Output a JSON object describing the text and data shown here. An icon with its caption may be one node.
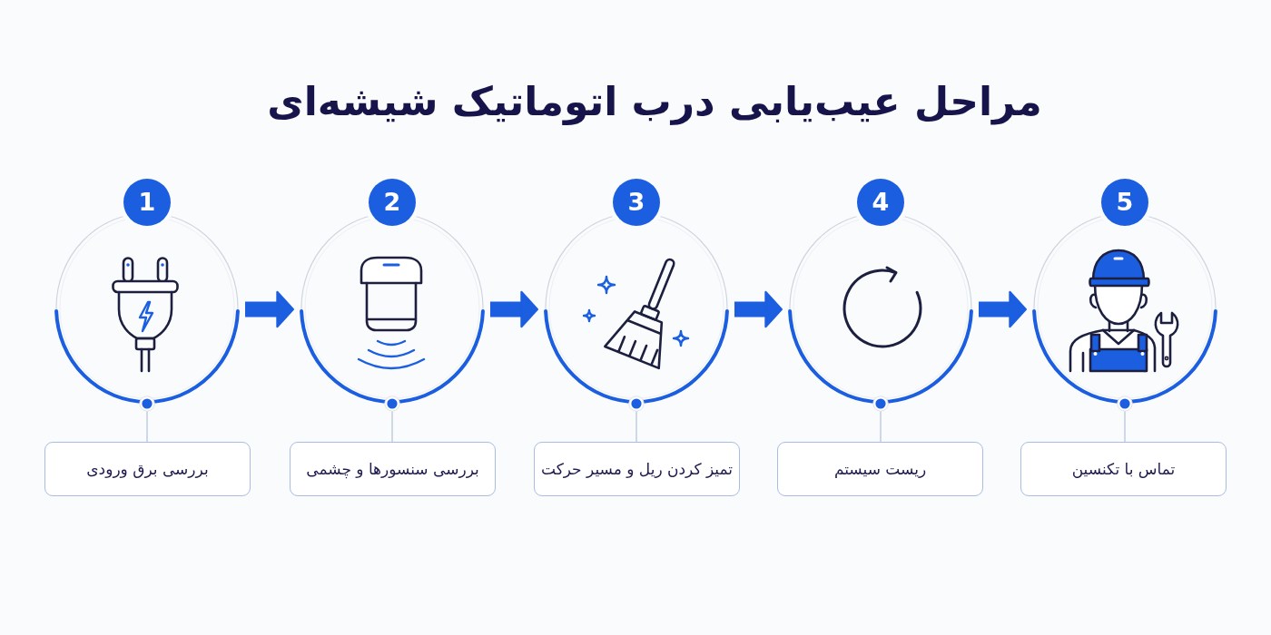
{
  "diagram": {
    "title": "مراحل عیب‌یابی درب اتوماتیک شیشه‌ای",
    "nodes": [
      {
        "text": [
          "1"
        ]
      },
      {
        "text": [
          "2"
        ]
      },
      {
        "text": [
          "3"
        ]
      },
      {
        "text": [
          "4"
        ]
      },
      {
        "text": [
          "5"
        ]
      },
      {
        "text": [
          "بررسی برق ورودی"
        ]
      },
      {
        "text": [
          "بررسی سنسورها و چشمی"
        ]
      },
      {
        "text": [
          "تمیز کردن ریل و مسیر حرکت"
        ]
      },
      {
        "text": [
          "ریست سیستم"
        ]
      },
      {
        "text": [
          "تماس با تکنسین"
        ]
      }
    ],
    "edges": [
      {
        "from": 0,
        "to": 1,
        "arrow": "to",
        "style": "thick",
        "color": "#1b5ee0"
      },
      {
        "from": 1,
        "to": 2,
        "arrow": "to",
        "style": "thick",
        "color": "#1b5ee0"
      },
      {
        "from": 2,
        "to": 3,
        "arrow": "to",
        "style": "thick",
        "color": "#1b5ee0"
      },
      {
        "from": 3,
        "to": 4,
        "arrow": "to",
        "style": "thick",
        "color": "#1b5ee0"
      },
      {
        "from": 0,
        "to": 5,
        "arrow": "other"
      },
      {
        "from": 1,
        "to": 6,
        "arrow": "other"
      },
      {
        "from": 2,
        "to": 7,
        "arrow": "other"
      },
      {
        "from": 3,
        "to": 8,
        "arrow": "other"
      },
      {
        "from": 4,
        "to": 9,
        "arrow": "other"
      }
    ]
  }
}
